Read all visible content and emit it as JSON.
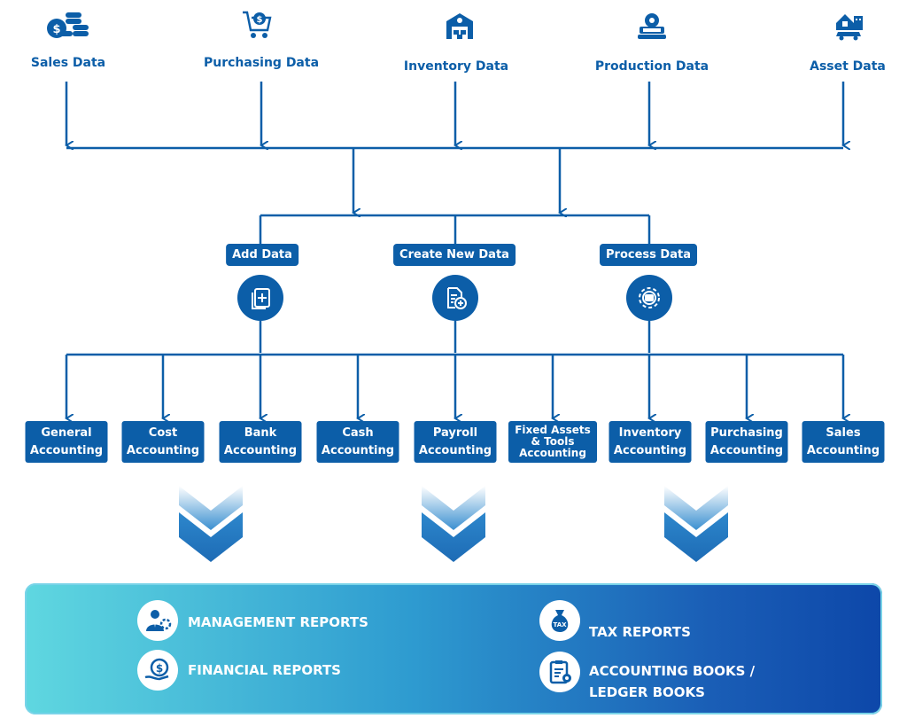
{
  "colors": {
    "primary": "#0c5ea8",
    "report_start": "#5fd7e0",
    "report_end": "#0d47a9"
  },
  "sources": [
    {
      "label": "Sales Data",
      "icon": "coins-icon"
    },
    {
      "label": "Purchasing Data",
      "icon": "shopping-cart-icon"
    },
    {
      "label": "Inventory Data",
      "icon": "warehouse-icon"
    },
    {
      "label": "Production Data",
      "icon": "factory-gear-icon"
    },
    {
      "label": "Asset Data",
      "icon": "building-car-icon"
    }
  ],
  "actions": [
    {
      "label": "Add Data",
      "icon": "add-document-icon"
    },
    {
      "label": "Create New Data",
      "icon": "new-file-icon"
    },
    {
      "label": "Process Data",
      "icon": "process-gear-icon"
    }
  ],
  "modules": [
    {
      "line1": "General",
      "line2": "Accounting"
    },
    {
      "line1": "Cost",
      "line2": "Accounting"
    },
    {
      "line1": "Bank",
      "line2": "Accounting"
    },
    {
      "line1": "Cash",
      "line2": "Accounting"
    },
    {
      "line1": "Payroll",
      "line2": "Accounting"
    },
    {
      "line1": "Fixed Assets",
      "line2": "& Tools",
      "line3": "Accounting"
    },
    {
      "line1": "Inventory",
      "line2": "Accounting"
    },
    {
      "line1": "Purchasing",
      "line2": "Accounting"
    },
    {
      "line1": "Sales",
      "line2": "Accounting"
    }
  ],
  "reports": [
    {
      "line1": "MANAGEMENT REPORTS",
      "icon": "manager-gear-icon"
    },
    {
      "line1": "FINANCIAL REPORTS",
      "icon": "money-hand-icon"
    },
    {
      "line1": "TAX REPORTS",
      "icon": "tax-bag-icon"
    },
    {
      "line1": "ACCOUNTING BOOKS /",
      "line2": "LEDGER BOOKS",
      "icon": "ledger-book-icon"
    }
  ]
}
